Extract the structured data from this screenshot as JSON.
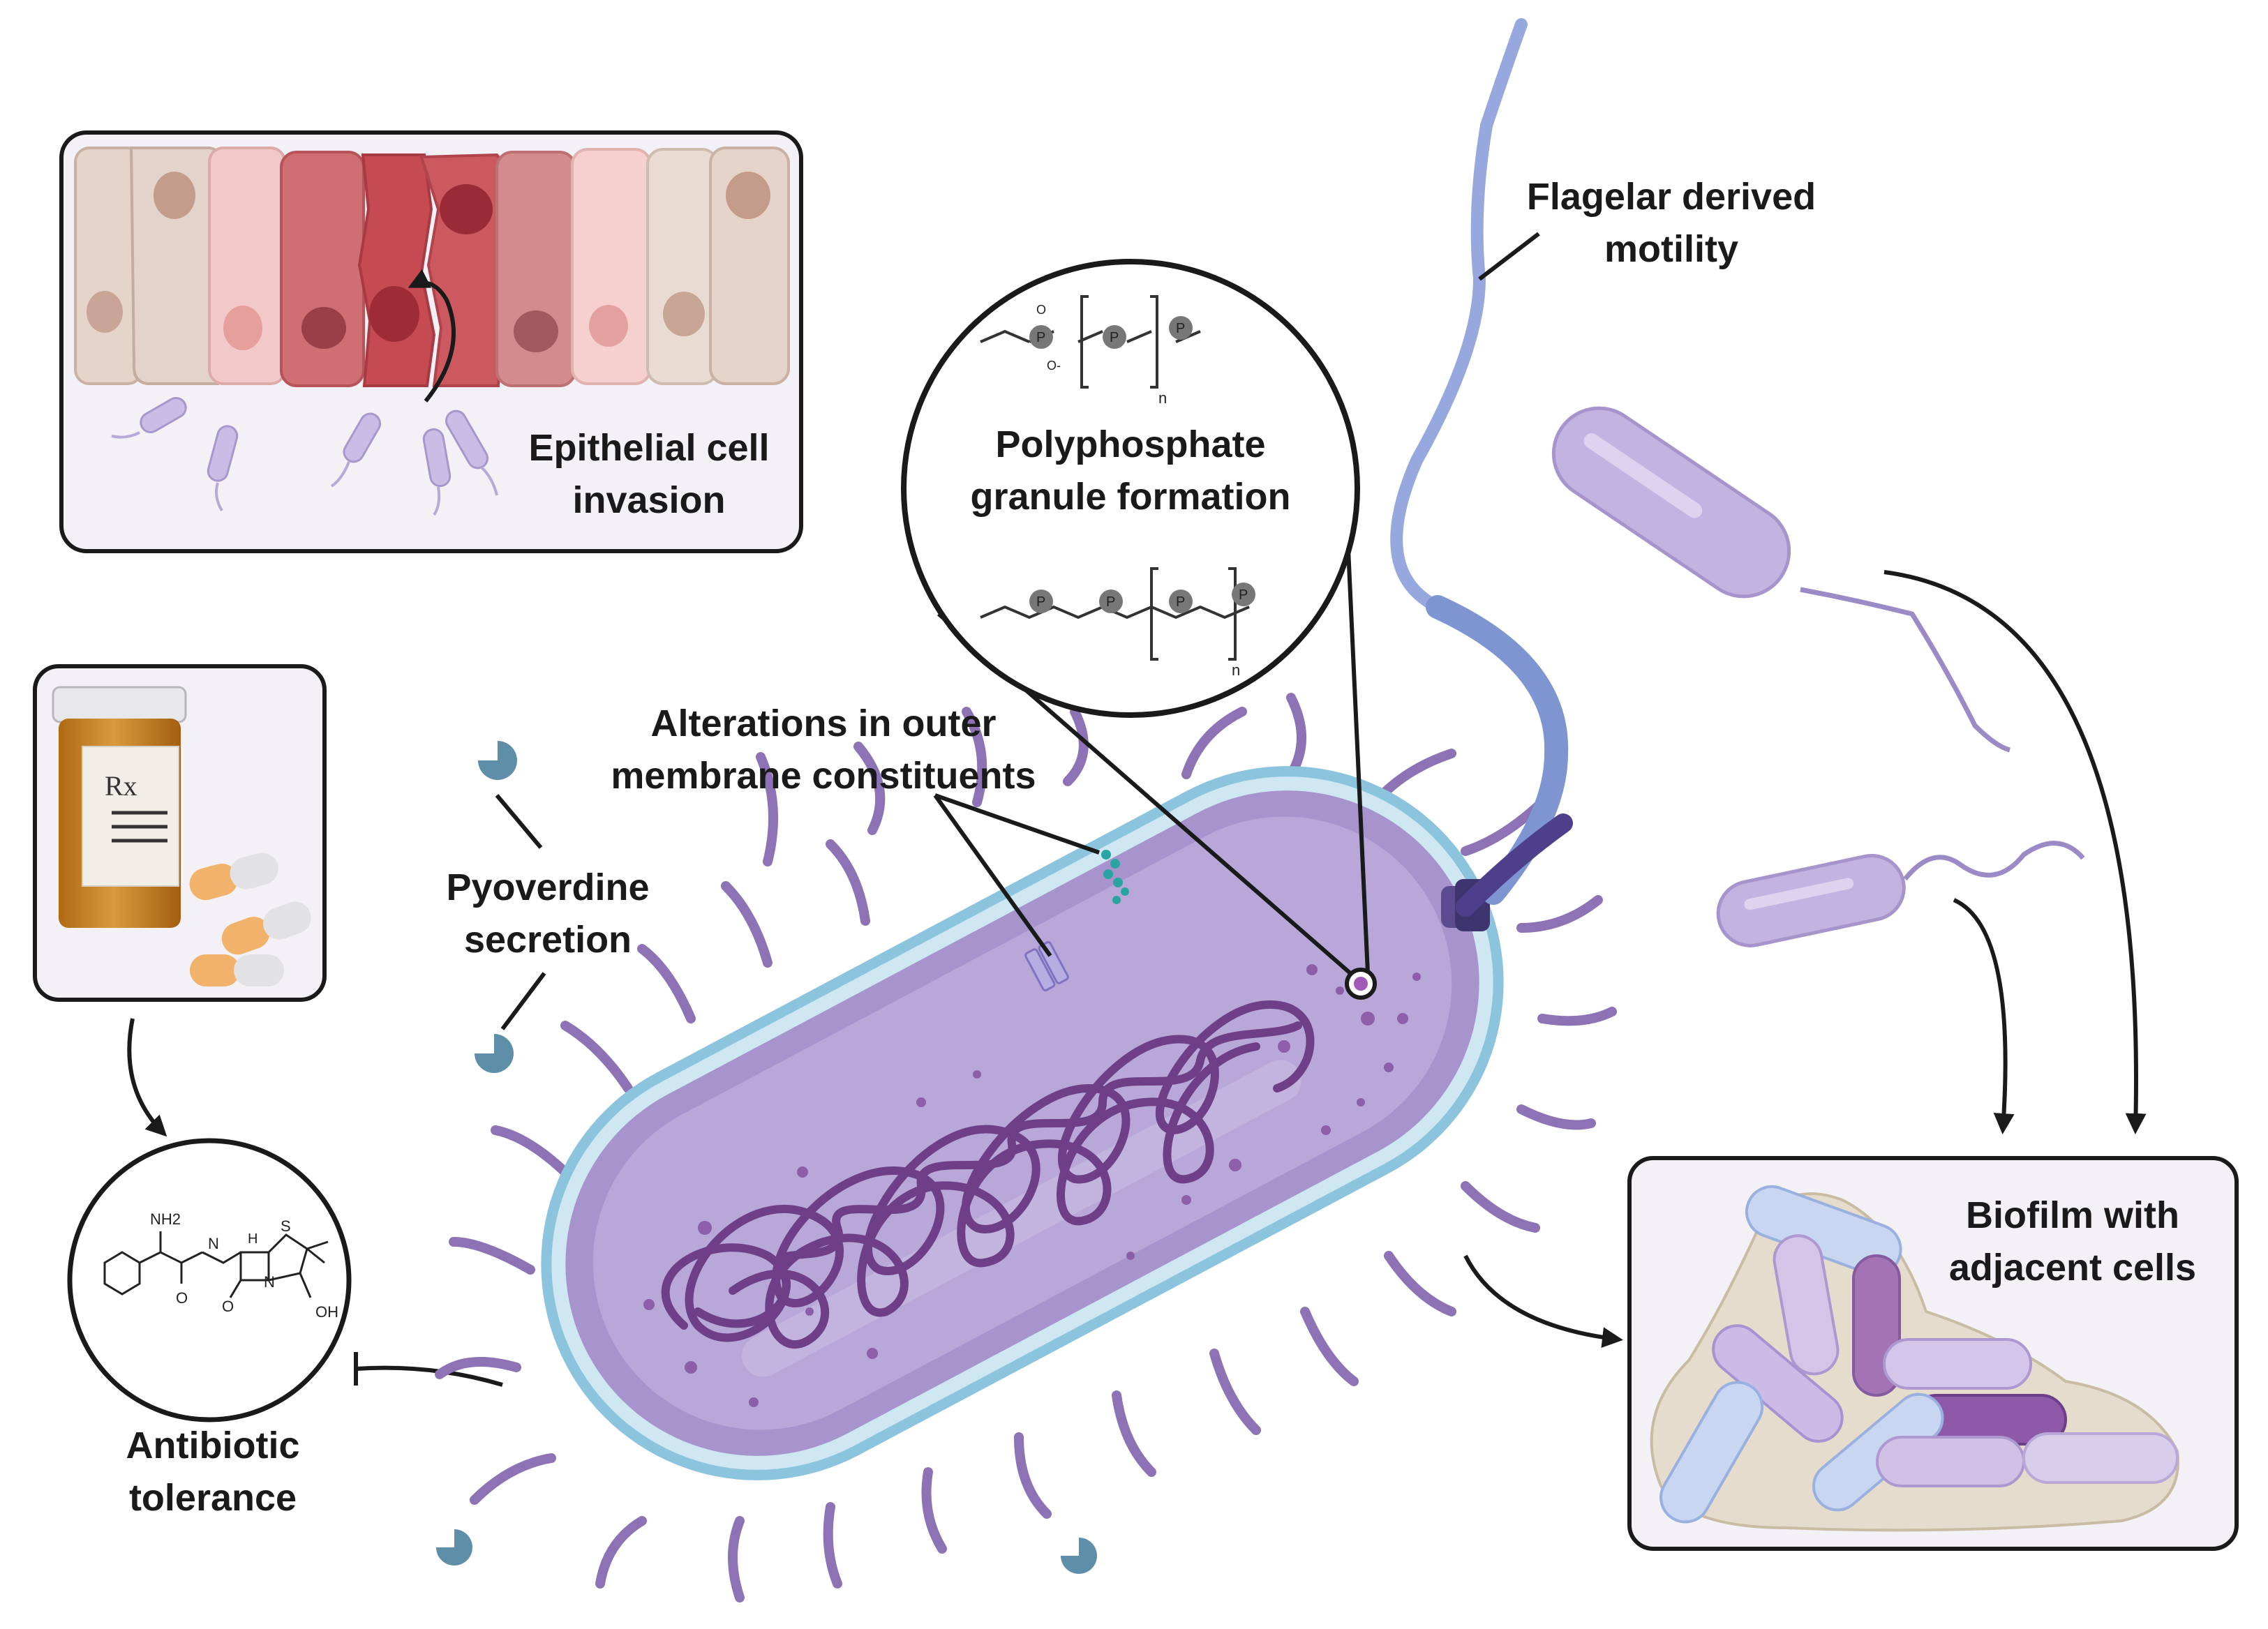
{
  "labels": {
    "epithelial": [
      "Epithelial cell",
      "invasion"
    ],
    "polyphosphate": [
      "Polyphosphate",
      "granule formation"
    ],
    "flagellar": [
      "Flagelar derived",
      "motility"
    ],
    "outer_membrane": [
      "Alterations in outer",
      "membrane constituents"
    ],
    "pyoverdine": [
      "Pyoverdine",
      "secretion"
    ],
    "antibiotic": [
      "Antibiotic",
      "tolerance"
    ],
    "biofilm": [
      "Biofilm with",
      "adjacent cells"
    ]
  },
  "chemistry": {
    "phosphorus": "P",
    "oxygen": "O",
    "oxygen_anion": "O-",
    "repeat_index": "n",
    "amine": "NH2",
    "amide_h": "H",
    "amide_n": "N",
    "ring_n": "N",
    "sulfur": "S",
    "carboxyl": "OH",
    "rx": "Rx"
  },
  "colors": {
    "bacterium_body": "#a894cc",
    "bacterium_inner": "#bfb0dd",
    "membrane_outer": "#8cc4de",
    "dna": "#6e3f86",
    "flagellum": "#96a8dd",
    "pyoverdine": "#5f8fa8",
    "epithelial_healthy": "#e4cfc6",
    "epithelial_infected": "#c85b62",
    "panel_border": "#1a1a1a"
  },
  "icons": [
    "bacterium",
    "flagellum",
    "epithelium",
    "pill-bottle",
    "capsule",
    "penicillin-structure",
    "pyoverdine-siderophore",
    "biofilm-cluster"
  ]
}
